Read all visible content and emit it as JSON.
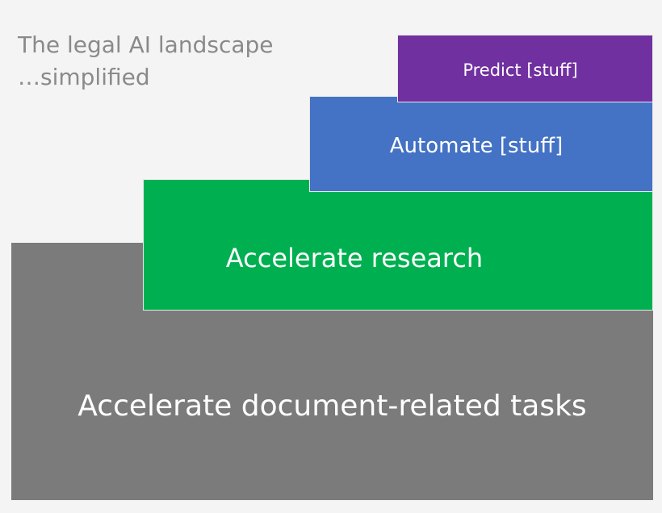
{
  "title": {
    "line1": "The legal AI landscape",
    "line2": "…simplified"
  },
  "layers": {
    "base": "Accelerate document-related tasks",
    "second": "Accelerate research",
    "third": "Automate [stuff]",
    "top": "Predict [stuff]"
  },
  "colors": {
    "base": "#7b7b7b",
    "second": "#00b050",
    "third": "#4472c4",
    "top": "#7030a0",
    "title_text": "#8a8a8a",
    "background": "#f4f4f4"
  }
}
